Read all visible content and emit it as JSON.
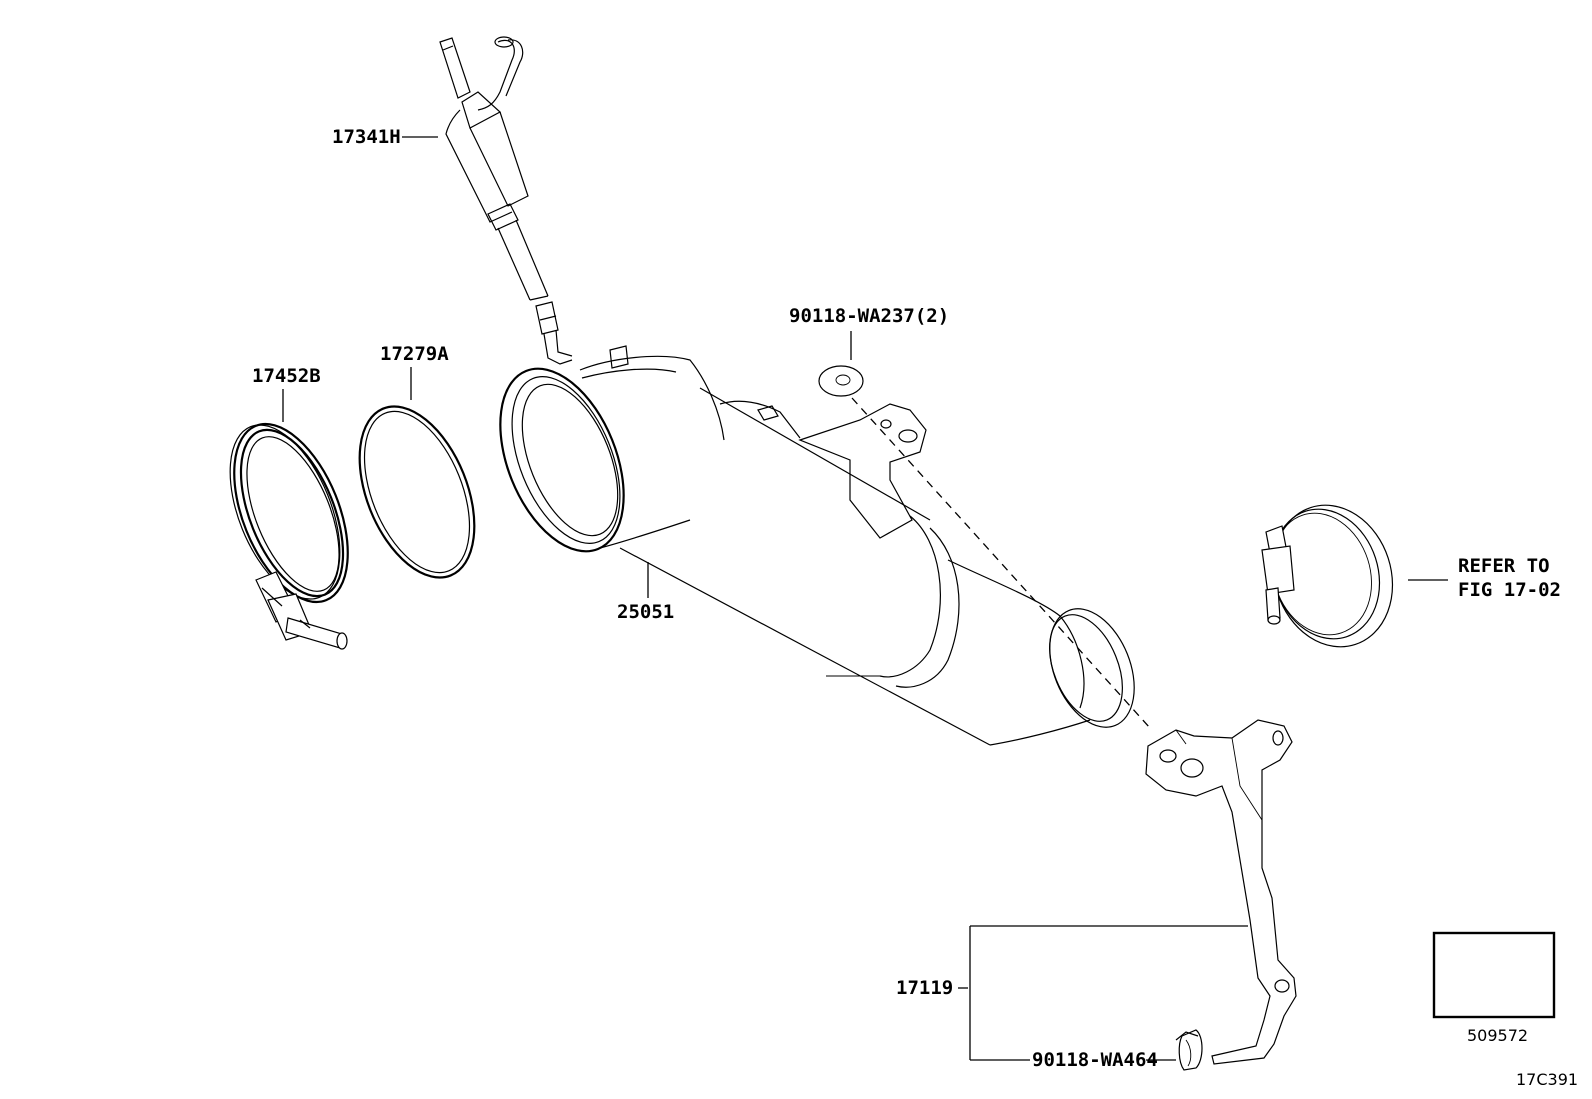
{
  "diagram": {
    "figure_code": "17C391",
    "reference_box_number": "509572",
    "labels": {
      "pipe_17341H": "17341H",
      "clamp_17452B": "17452B",
      "gasket_17279A": "17279A",
      "converter_25051": "25051",
      "bolt_90118_WA237": "90118-WA237(2)",
      "bracket_17119": "17119",
      "bolt_90118_WA464": "90118-WA464",
      "refer_line1": "REFER TO",
      "refer_line2": "FIG 17-02"
    }
  }
}
